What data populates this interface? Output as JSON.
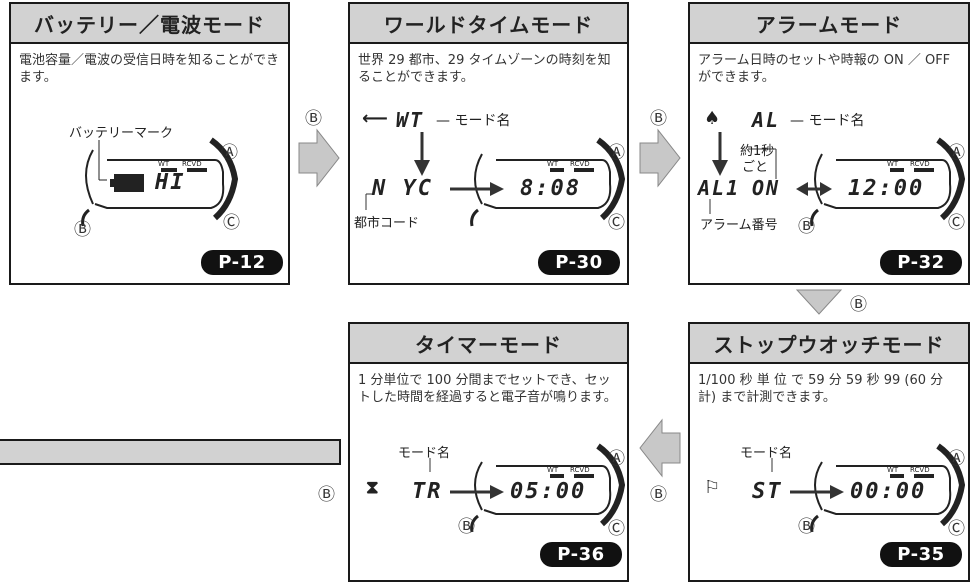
{
  "panels": {
    "battery": {
      "title": "バッテリー／電波モード",
      "desc": "電池容量／電波の受信日時を知ることができます。",
      "battery_mark_label": "バッテリーマーク",
      "display_text": "HI",
      "wt": "WT",
      "rcvd": "RCVD",
      "page_ref": "P-12"
    },
    "world_time": {
      "title": "ワールドタイムモード",
      "desc": "世界 29 都市、29 タイムゾーンの時刻を知ることができます。",
      "mode_code": "WT",
      "mode_name_label": "— モード名",
      "city": "N YC",
      "time": "8:08",
      "city_code_label": "都市コード",
      "wt": "WT",
      "rcvd": "RCVD",
      "page_ref": "P-30"
    },
    "alarm": {
      "title": "アラームモード",
      "desc": "アラーム日時のセットや時報の ON ／ OFF ができます。",
      "mode_code": "AL",
      "mode_name_label": "— モード名",
      "approx_label_1": "約1秒",
      "approx_label_2": "ごと",
      "alarm_id": "AL1",
      "alarm_state": "ON",
      "time": "12:00",
      "alarm_number_label": "アラーム番号",
      "wt": "WT",
      "rcvd": "RCVD",
      "page_ref": "P-32"
    },
    "timer": {
      "title": "タイマーモード",
      "desc": "1 分単位で 100 分間までセットでき、セットした時間を経過すると電子音が鳴ります。",
      "mode_name_label": "モード名",
      "mode_code": "TR",
      "time": "05:00",
      "wt": "WT",
      "rcvd": "RCVD",
      "page_ref": "P-36"
    },
    "stopwatch": {
      "title": "ストップウオッチモード",
      "desc": "1/100 秒 単 位 で 59 分 59 秒 99 (60 分計) まで計測できます。",
      "mode_name_label": "モード名",
      "mode_code": "ST",
      "time": "00:00",
      "wt": "WT",
      "rcvd": "RCVD",
      "page_ref": "P-35"
    }
  },
  "buttons": {
    "a": "Ⓐ",
    "b": "Ⓑ",
    "c": "Ⓒ"
  }
}
